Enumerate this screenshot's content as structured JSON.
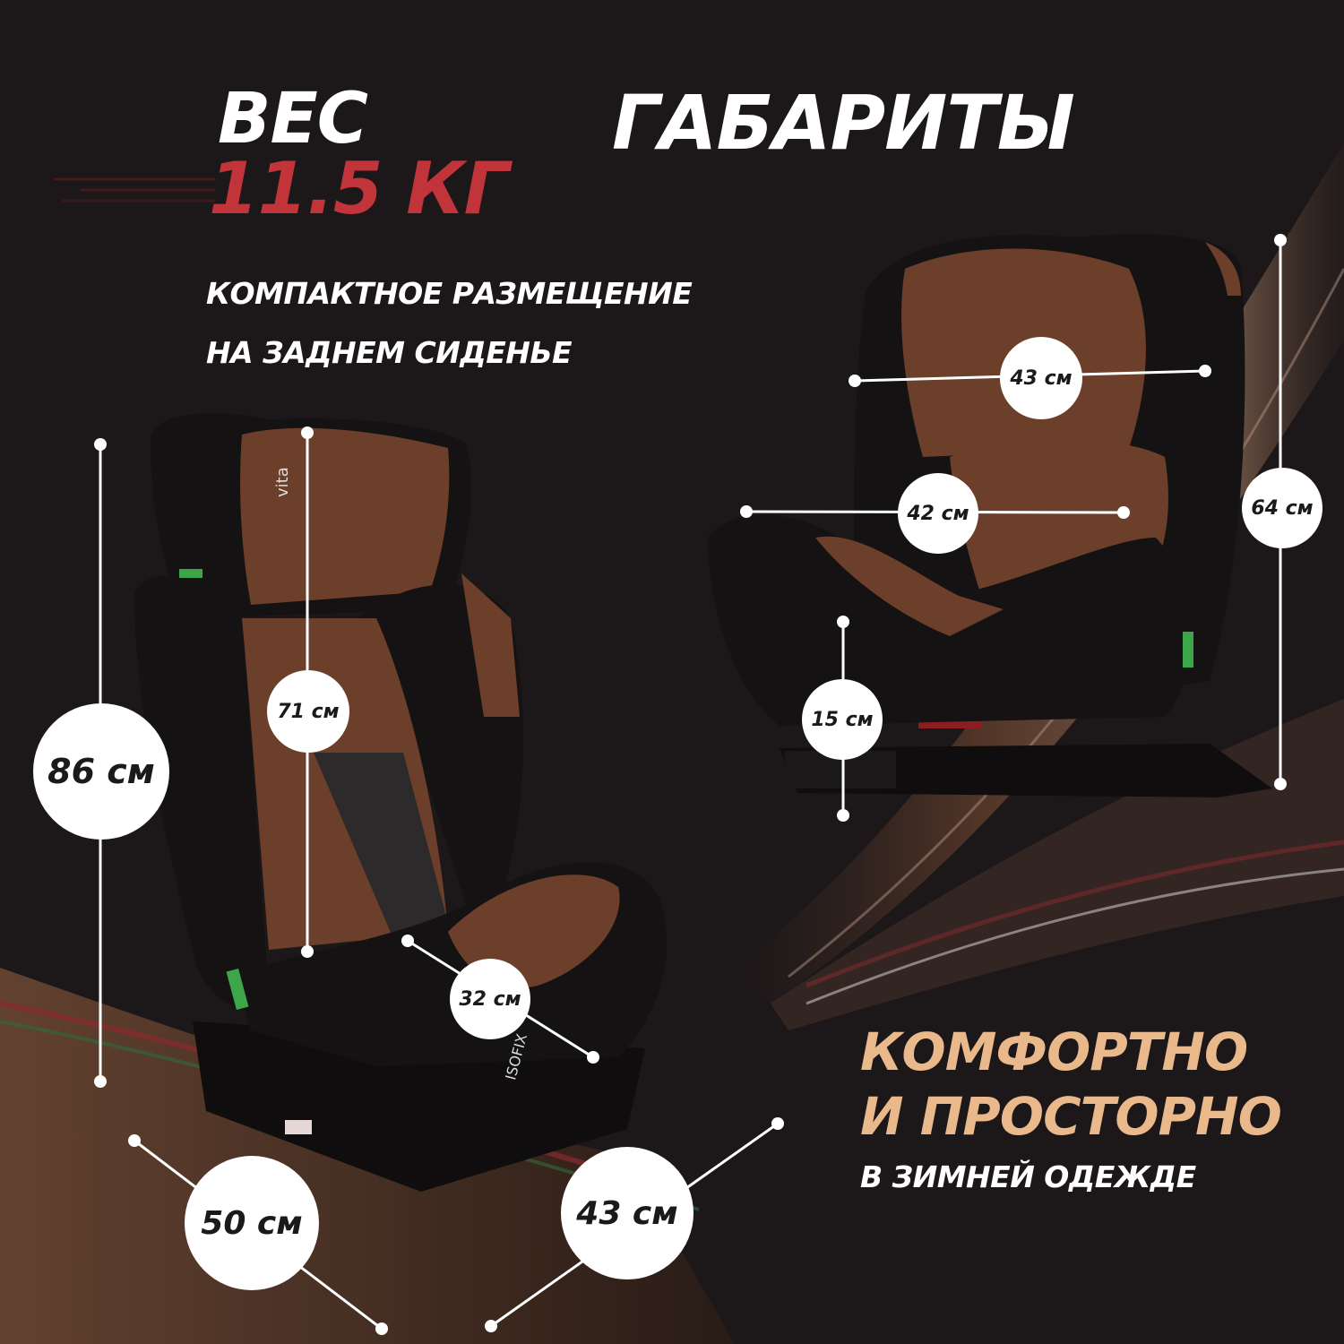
{
  "weight": {
    "label": "ВЕС",
    "value": "11.5 КГ"
  },
  "dimensions_title": "ГАБАРИТЫ",
  "placement_text": {
    "line1": "КОМПАКТНОЕ РАЗМЕЩЕНИЕ",
    "line2": "НА ЗАДНЕМ СИДЕНЬЕ"
  },
  "comfort_text": {
    "line1": "КОМФОРТНО",
    "line2": "И ПРОСТОРНО",
    "line3": "В ЗИМНЕЙ ОДЕЖДЕ"
  },
  "brand_marks": [
    "vita",
    "ISOFIX"
  ],
  "measurements": {
    "left_total_height": "86 см",
    "left_back_height": "71 см",
    "left_seat_width": "32 см",
    "left_depth": "50 см",
    "left_width": "43 см",
    "right_head_width": "43 см",
    "right_shoulder_width": "42 см",
    "right_total_height": "64 см",
    "right_seat_height": "15 см"
  },
  "colors": {
    "background": "#1c1719",
    "accent_red": "#c0343a",
    "accent_beige": "#e9b98c",
    "seat_brown": "#6b3f2a",
    "seat_black": "#141212"
  }
}
